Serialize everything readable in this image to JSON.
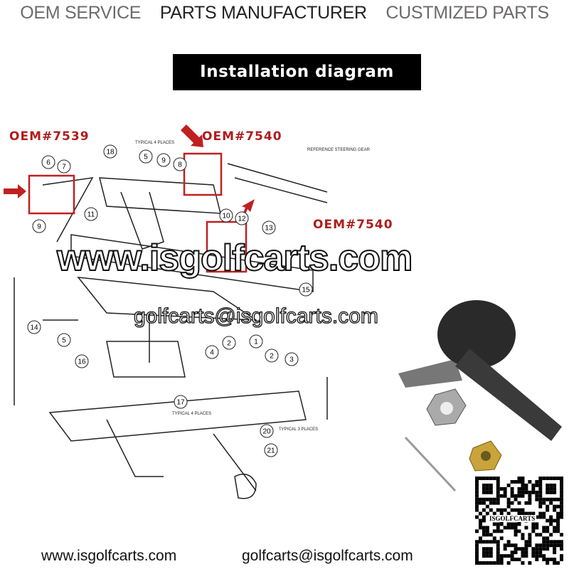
{
  "header": {
    "items": [
      "OEM SERVICE",
      "PARTS MANUFACTURER",
      "CUSTMIZED PARTS"
    ]
  },
  "banner": "Installation diagram",
  "diagram": {
    "oem_labels": [
      "OEM#7539",
      "OEM#7540",
      "OEM#7540"
    ],
    "notes": [
      "TYPICAL 4 PLACES",
      "REFERENCE STEERING GEAR",
      "TYPICAL 4 PLACES",
      "TYPICAL 3 PLACES"
    ],
    "callouts": [
      "6",
      "7",
      "18",
      "5",
      "9",
      "8",
      "10",
      "12",
      "11",
      "9",
      "13",
      "15",
      "14",
      "5",
      "4",
      "2",
      "1",
      "2",
      "3",
      "16",
      "17",
      "20",
      "21"
    ]
  },
  "watermark": {
    "site": "www.isgolfcarts.com",
    "email": "golfcarts@isgolfcarts.com"
  },
  "qr_label": "ISGOLFCARTS",
  "footer": {
    "site": "www.isgolfcarts.com",
    "email": "golfcarts@isgolfcarts.com"
  },
  "colors": {
    "accent": "#b01c1c"
  }
}
